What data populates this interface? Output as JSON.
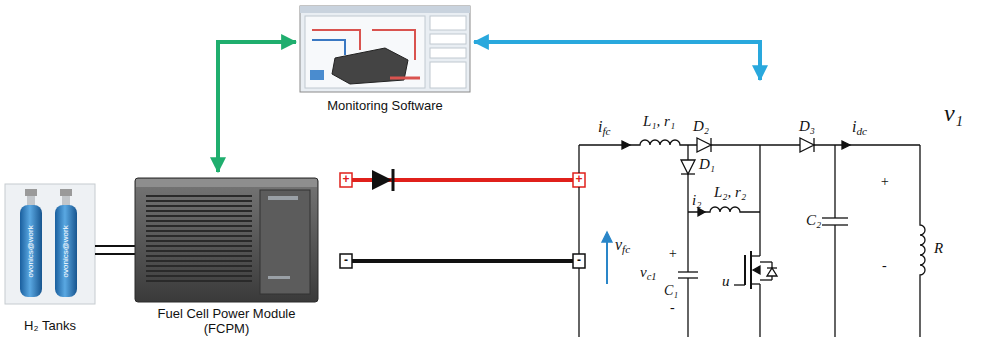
{
  "diagram": {
    "nodes": [
      {
        "text": [
          "H₂ Tanks"
        ]
      },
      {
        "text": [
          "Fuel Cell Power Module (FCPM)"
        ]
      },
      {
        "text": [
          "Monitoring Software"
        ]
      }
    ],
    "edges": [
      {
        "from": 2,
        "to": 1,
        "arrow": "both"
      }
    ],
    "labels": [
      "ovonics@work",
      "ovonics@work",
      "+",
      "-",
      "+",
      "-",
      "ifc",
      "L₁, r₁",
      "D₂",
      "D₃",
      "idc",
      "v₁",
      "D₁",
      "i₂",
      "L₂, r₂",
      "vfc",
      "+",
      "vc1",
      "C₁",
      "-",
      "u",
      "C₂",
      "+",
      "-",
      "R"
    ]
  }
}
